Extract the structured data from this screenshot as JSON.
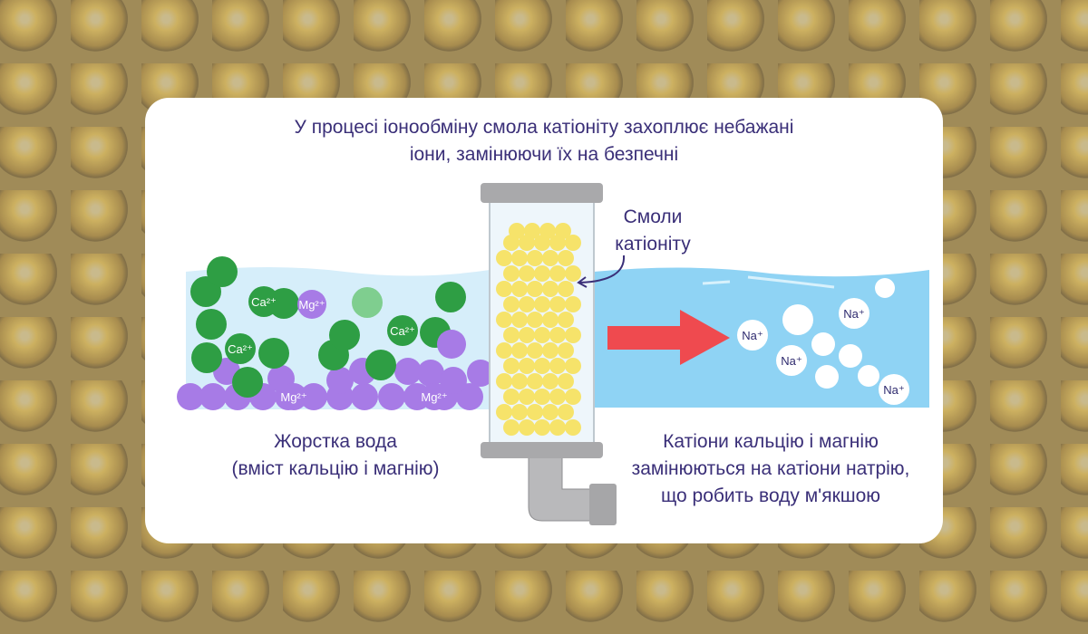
{
  "title": "У процесі іонообміну смола катіоніту захоплює небажані іони, замінюючи їх на безпечні",
  "title_line1": "У процесі іонообміну смола катіоніту захоплює небажані",
  "title_line2": "іони, замінюючи їх на безпечні",
  "resin_label_line1": "Смоли",
  "resin_label_line2": "катіоніту",
  "left_caption_line1": "Жорстка вода",
  "left_caption_line2": "(вміст кальцію і магнію)",
  "right_caption_line1": "Катіони кальцію і магнію",
  "right_caption_line2": "замінюються на катіони натрію,",
  "right_caption_line3": "що робить воду м'якшою",
  "ions": {
    "ca": "Ca²⁺",
    "mg": "Mg²⁺",
    "na": "Na⁺"
  },
  "colors": {
    "text": "#3a2f78",
    "calcium": "#2e9e44",
    "magnesium": "#a77be6",
    "sodium": "#ffffff",
    "arrow": "#ef4a4f",
    "hard_water": "#d6eefa",
    "soft_water": "#8fd3f4",
    "resin": "#f6e36a"
  }
}
